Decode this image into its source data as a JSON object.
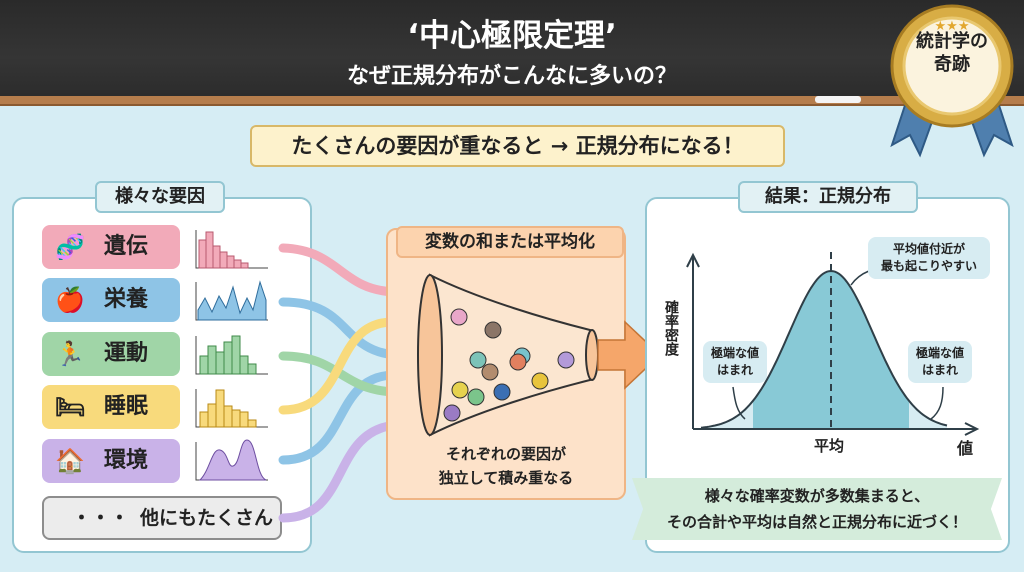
{
  "header": {
    "title": "‘中心極限定理’",
    "subtitle": "なぜ正規分布がこんなに多いの？"
  },
  "badge": {
    "line1": "統計学の",
    "line2": "奇跡"
  },
  "banner": "たくさんの要因が重なると → 正規分布になる！",
  "factors_panel": {
    "title": "様々な要因",
    "items": [
      {
        "label": "遺伝",
        "icon": "dna-icon",
        "color": "#f2aab9"
      },
      {
        "label": "栄養",
        "icon": "apple-utensils-icon",
        "color": "#8ec4e6"
      },
      {
        "label": "運動",
        "icon": "runner-icon",
        "color": "#a0d5a7"
      },
      {
        "label": "睡眠",
        "icon": "sleep-bed-icon",
        "color": "#f8da7c"
      },
      {
        "label": "環境",
        "icon": "house-tree-icon",
        "color": "#c9b2e8"
      }
    ],
    "more": {
      "dots": "・・・",
      "label": "他にもたくさん"
    }
  },
  "process": {
    "title": "変数の和または平均化",
    "caption_line1": "それぞれの要因が",
    "caption_line2": "独立して積み重なる"
  },
  "result_panel": {
    "title": "結果：正規分布",
    "y_label": "確率密度",
    "x_label": "値",
    "mean_label": "平均",
    "peak_note_line1": "平均値付近が",
    "peak_note_line2": "最も起こりやすい",
    "tail_note_line1": "極端な値",
    "tail_note_line2": "はまれ",
    "summary_line1": "様々な確率変数が多数集まると、",
    "summary_line2": "その合計や平均は自然と正規分布に近づく！"
  }
}
